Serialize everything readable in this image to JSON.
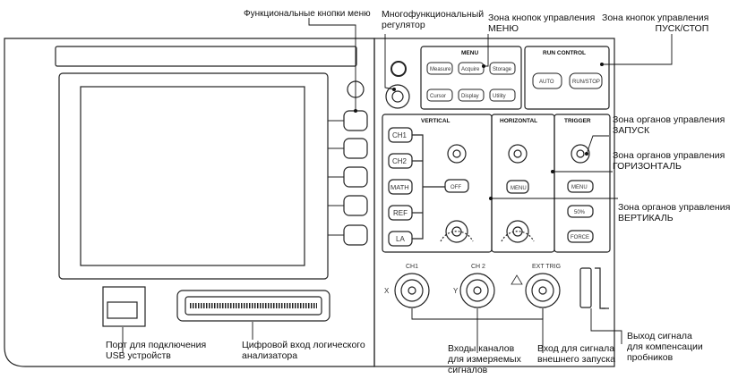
{
  "callouts": {
    "func_buttons": "Функциональные кнопки меню",
    "multifunction_knob": "Многофункциональный\nрегулятор",
    "menu_zone": "Зона кнопок управления\nМЕНЮ",
    "run_zone": "Зона кнопок управления\nПУСК/СТОП",
    "trigger_zone": "Зона органов управления\nЗАПУСК",
    "horizontal_zone": "Зона органов управления\nГОРИЗОНТАЛЬ",
    "vertical_zone": "Зона органов управления\nВЕРТИКАЛЬ",
    "usb_port": "Порт для подключения\nUSB устройств",
    "logic_input": "Цифровой вход логического\nанализатора",
    "channel_inputs": "Входы каналов\nдля измеряемых\nсигналов",
    "ext_trig_input": "Вход для сигнала\nвнешнего запуска",
    "probe_comp": "Выход сигнала\nдля компенсации\nпробников"
  },
  "panel": {
    "menu_title": "MENU",
    "run_title": "RUN CONTROL",
    "vertical_title": "VERTICAL",
    "horizontal_title": "HORIZONTAL",
    "trigger_title": "TRIGGER",
    "ch1": "CH1",
    "ch2": "CH2",
    "math": "MATH",
    "ref": "REF",
    "la": "LA",
    "off": "OFF",
    "menu_btn": "MENU",
    "auto": "AUTO",
    "run_stop": "RUN/STOP",
    "ch1_in": "CH1",
    "ch2_in": "CH 2",
    "ext_trig": "EXT TRIG",
    "x_label": "X",
    "y_label": "Y",
    "menu_keys": [
      "Measure",
      "Acquire",
      "Storage",
      "Cursor",
      "Display",
      "Utility"
    ],
    "trigger_keys": [
      "MENU",
      "50%",
      "FORCE"
    ]
  }
}
